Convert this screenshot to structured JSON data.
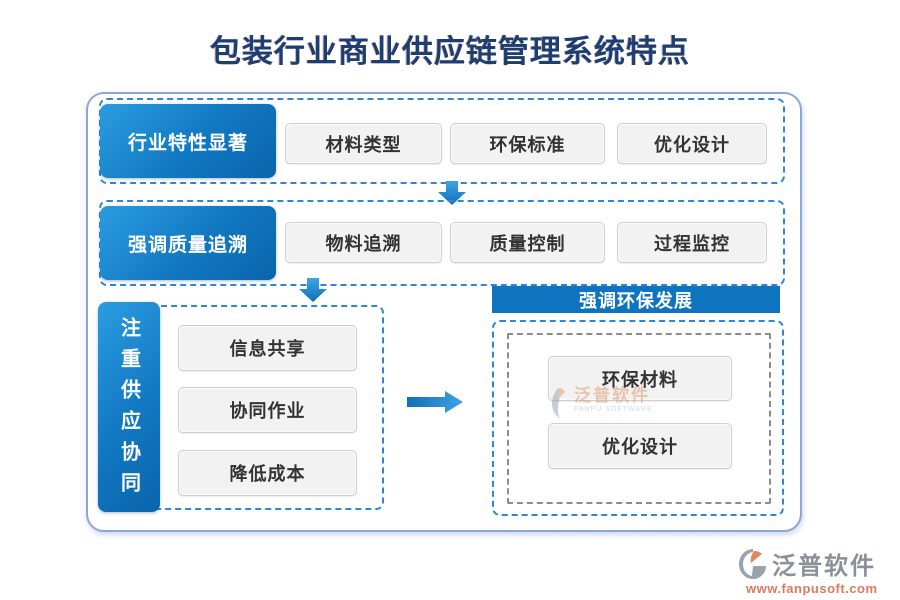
{
  "title": "包装行业商业供应链管理系统特点",
  "colors": {
    "title_text": "#1d3e71",
    "accent_blue": "#1178c2",
    "dash_blue": "#2e86d8",
    "dash_gray": "#8c8c8c",
    "eco_header_bg": "#0e74c0",
    "chip_bg": "#f2f2f2",
    "footer_url_orange": "#dd7a5e"
  },
  "rows": [
    {
      "label": "行业特性显著",
      "items": [
        "材料类型",
        "环保标准",
        "优化设计"
      ]
    },
    {
      "label": "强调质量追溯",
      "items": [
        "物料追溯",
        "质量控制",
        "过程监控"
      ]
    }
  ],
  "supply_section": {
    "label": "注重供应协同",
    "items": [
      "信息共享",
      "协同作业",
      "降低成本"
    ]
  },
  "eco_section": {
    "header": "强调环保发展",
    "items": [
      "环保材料",
      "优化设计"
    ]
  },
  "watermark": {
    "name": "泛普软件",
    "subtitle": "FANPU SOFTWARE"
  },
  "footer": {
    "brand": "泛普软件",
    "url": "www.fanpusoft.com"
  }
}
